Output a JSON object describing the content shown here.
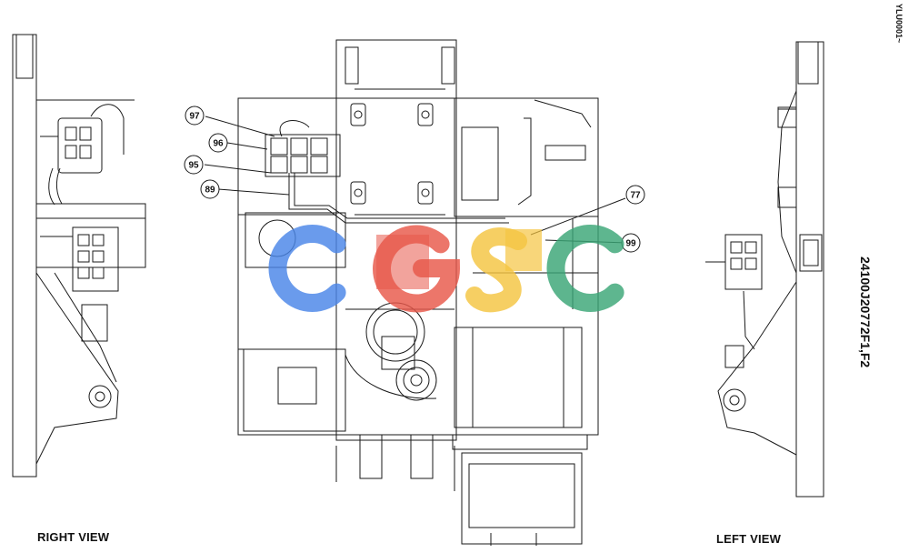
{
  "labels": {
    "right_view": "RIGHT VIEW",
    "left_view": "LEFT VIEW",
    "drawing_number": "24100J20772F1,F2",
    "corner_code": "YLU0001~"
  },
  "callouts": [
    {
      "id": "97"
    },
    {
      "id": "96"
    },
    {
      "id": "95"
    },
    {
      "id": "89"
    },
    {
      "id": "77"
    },
    {
      "id": "99"
    }
  ],
  "watermark": {
    "letters": [
      "C",
      "G",
      "S",
      "C"
    ],
    "colors": [
      "#4a86e8",
      "#e8584a",
      "#f5c542",
      "#3aa676"
    ]
  },
  "colors": {
    "line": "#1a1a1a",
    "highlight_red": "#e8584a",
    "highlight_yellow": "#f5c542"
  }
}
